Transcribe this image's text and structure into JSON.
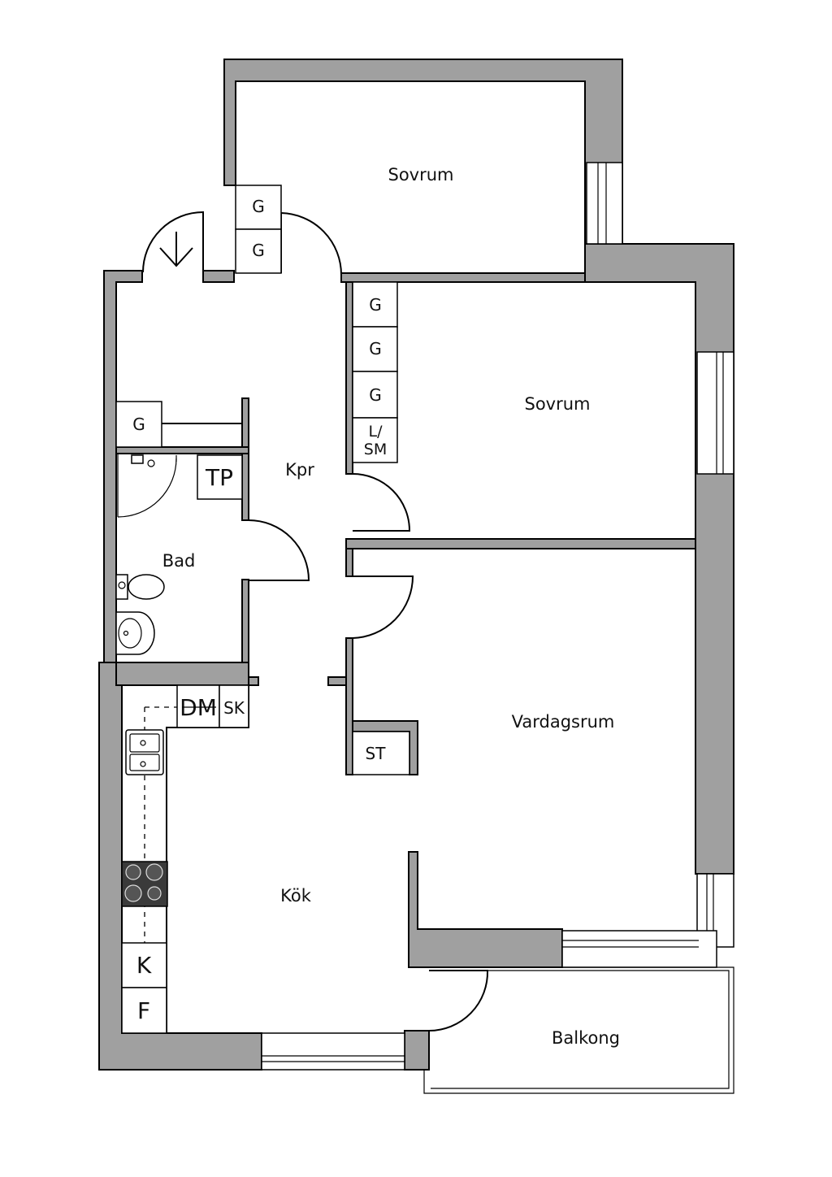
{
  "rooms": {
    "sovrum_top": "Sovrum",
    "sovrum_mid": "Sovrum",
    "kpr": "Kpr",
    "bad": "Bad",
    "vardagsrum": "Vardagsrum",
    "kok": "Kök",
    "balkong": "Balkong"
  },
  "fixtures": {
    "g": "G",
    "tp": "TP",
    "lsm_line1": "L/",
    "lsm_line2": "SM",
    "dm": "DM",
    "sk": "SK",
    "st": "ST",
    "k": "K",
    "f": "F"
  },
  "icons": {
    "entrance": "entrance-arrow-icon",
    "toilet": "toilet-icon",
    "sink": "washbasin-icon",
    "kitchen_sink": "kitchen-sink-icon",
    "stove": "stove-icon",
    "shower": "shower-icon"
  }
}
